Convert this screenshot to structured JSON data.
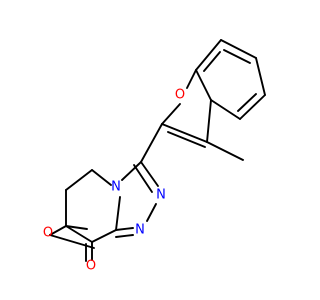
{
  "molecule": {
    "atoms": {
      "O_furan": {
        "text": "O",
        "color": "#ff0000"
      },
      "N_ring": {
        "text": "N",
        "color": "#0000ff"
      },
      "N_top": {
        "text": "N",
        "color": "#0000ff"
      },
      "N_bottom": {
        "text": "N",
        "color": "#0000ff"
      },
      "O_ester_single": {
        "text": "O",
        "color": "#ff0000"
      },
      "O_carbonyl": {
        "text": "O",
        "color": "#ff0000"
      }
    },
    "bond_color": "#000000"
  }
}
